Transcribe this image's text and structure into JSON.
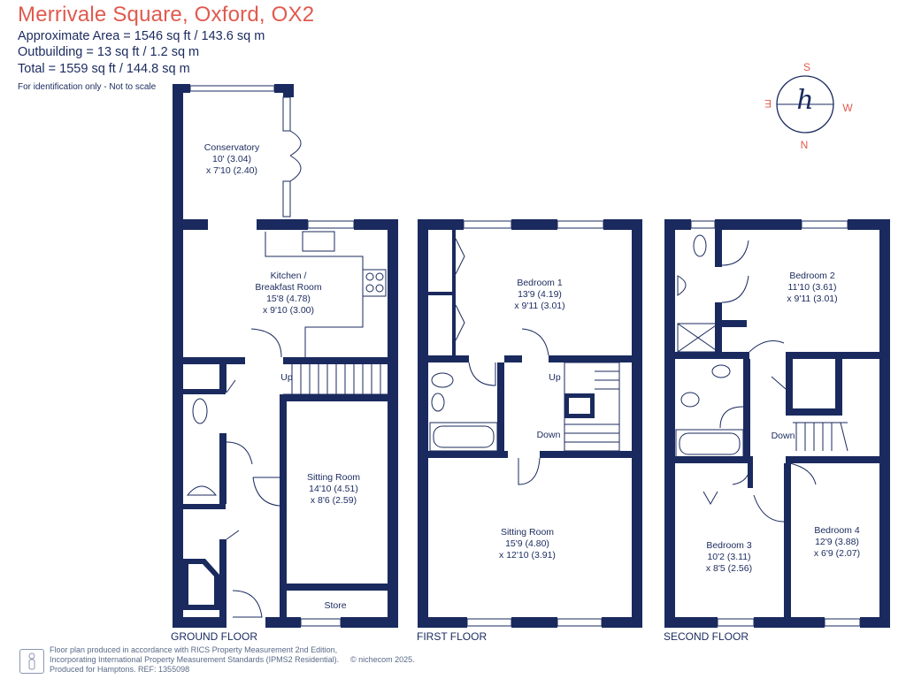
{
  "header": {
    "title": "Merrivale Square, Oxford, OX2",
    "area_approx": "Approximate Area = 1546 sq ft / 143.6 sq m",
    "area_outbuilding": "Outbuilding = 13 sq ft / 1.2 sq m",
    "area_total": "Total = 1559 sq ft / 144.8 sq m",
    "note": "For identification only - Not to scale"
  },
  "compass": {
    "letters": {
      "top": "S",
      "right": "W",
      "bottom": "N",
      "left": "E"
    },
    "logo_letter": "h",
    "color": "#e05a4f"
  },
  "colors": {
    "wall": "#1a2a5e",
    "accent": "#e05a4f"
  },
  "floors": {
    "ground": {
      "label": "GROUND FLOOR",
      "rooms": {
        "conservatory": {
          "name": "Conservatory",
          "dim1": "10' (3.04)",
          "dim2": "x 7'10 (2.40)"
        },
        "kitchen": {
          "name1": "Kitchen /",
          "name2": "Breakfast Room",
          "dim1": "15'8 (4.78)",
          "dim2": "x 9'10 (3.00)"
        },
        "sitting": {
          "name": "Sitting Room",
          "dim1": "14'10 (4.51)",
          "dim2": "x 8'6 (2.59)"
        },
        "store": {
          "name": "Store"
        }
      },
      "stairs_label": "Up"
    },
    "first": {
      "label": "FIRST FLOOR",
      "rooms": {
        "bedroom1": {
          "name": "Bedroom 1",
          "dim1": "13'9 (4.19)",
          "dim2": "x 9'11 (3.01)"
        },
        "sitting": {
          "name": "Sitting Room",
          "dim1": "15'9 (4.80)",
          "dim2": "x 12'10 (3.91)"
        }
      },
      "stairs_up": "Up",
      "stairs_down": "Down"
    },
    "second": {
      "label": "SECOND FLOOR",
      "rooms": {
        "bedroom2": {
          "name": "Bedroom 2",
          "dim1": "11'10 (3.61)",
          "dim2": "x 9'11 (3.01)"
        },
        "bedroom3": {
          "name": "Bedroom 3",
          "dim1": "10'2 (3.11)",
          "dim2": "x 8'5 (2.56)"
        },
        "bedroom4": {
          "name": "Bedroom 4",
          "dim1": "12'9 (3.88)",
          "dim2": "x 6'9 (2.07)"
        }
      },
      "stairs_down": "Down"
    }
  },
  "footer": {
    "line1": "Floor plan produced in accordance with RICS Property Measurement 2nd Edition,",
    "line2": "Incorporating International Property Measurement Standards (IPMS2 Residential).",
    "line3": "Produced for Hamptons.    REF: 1355098",
    "copyright": "© nichecom 2025."
  }
}
